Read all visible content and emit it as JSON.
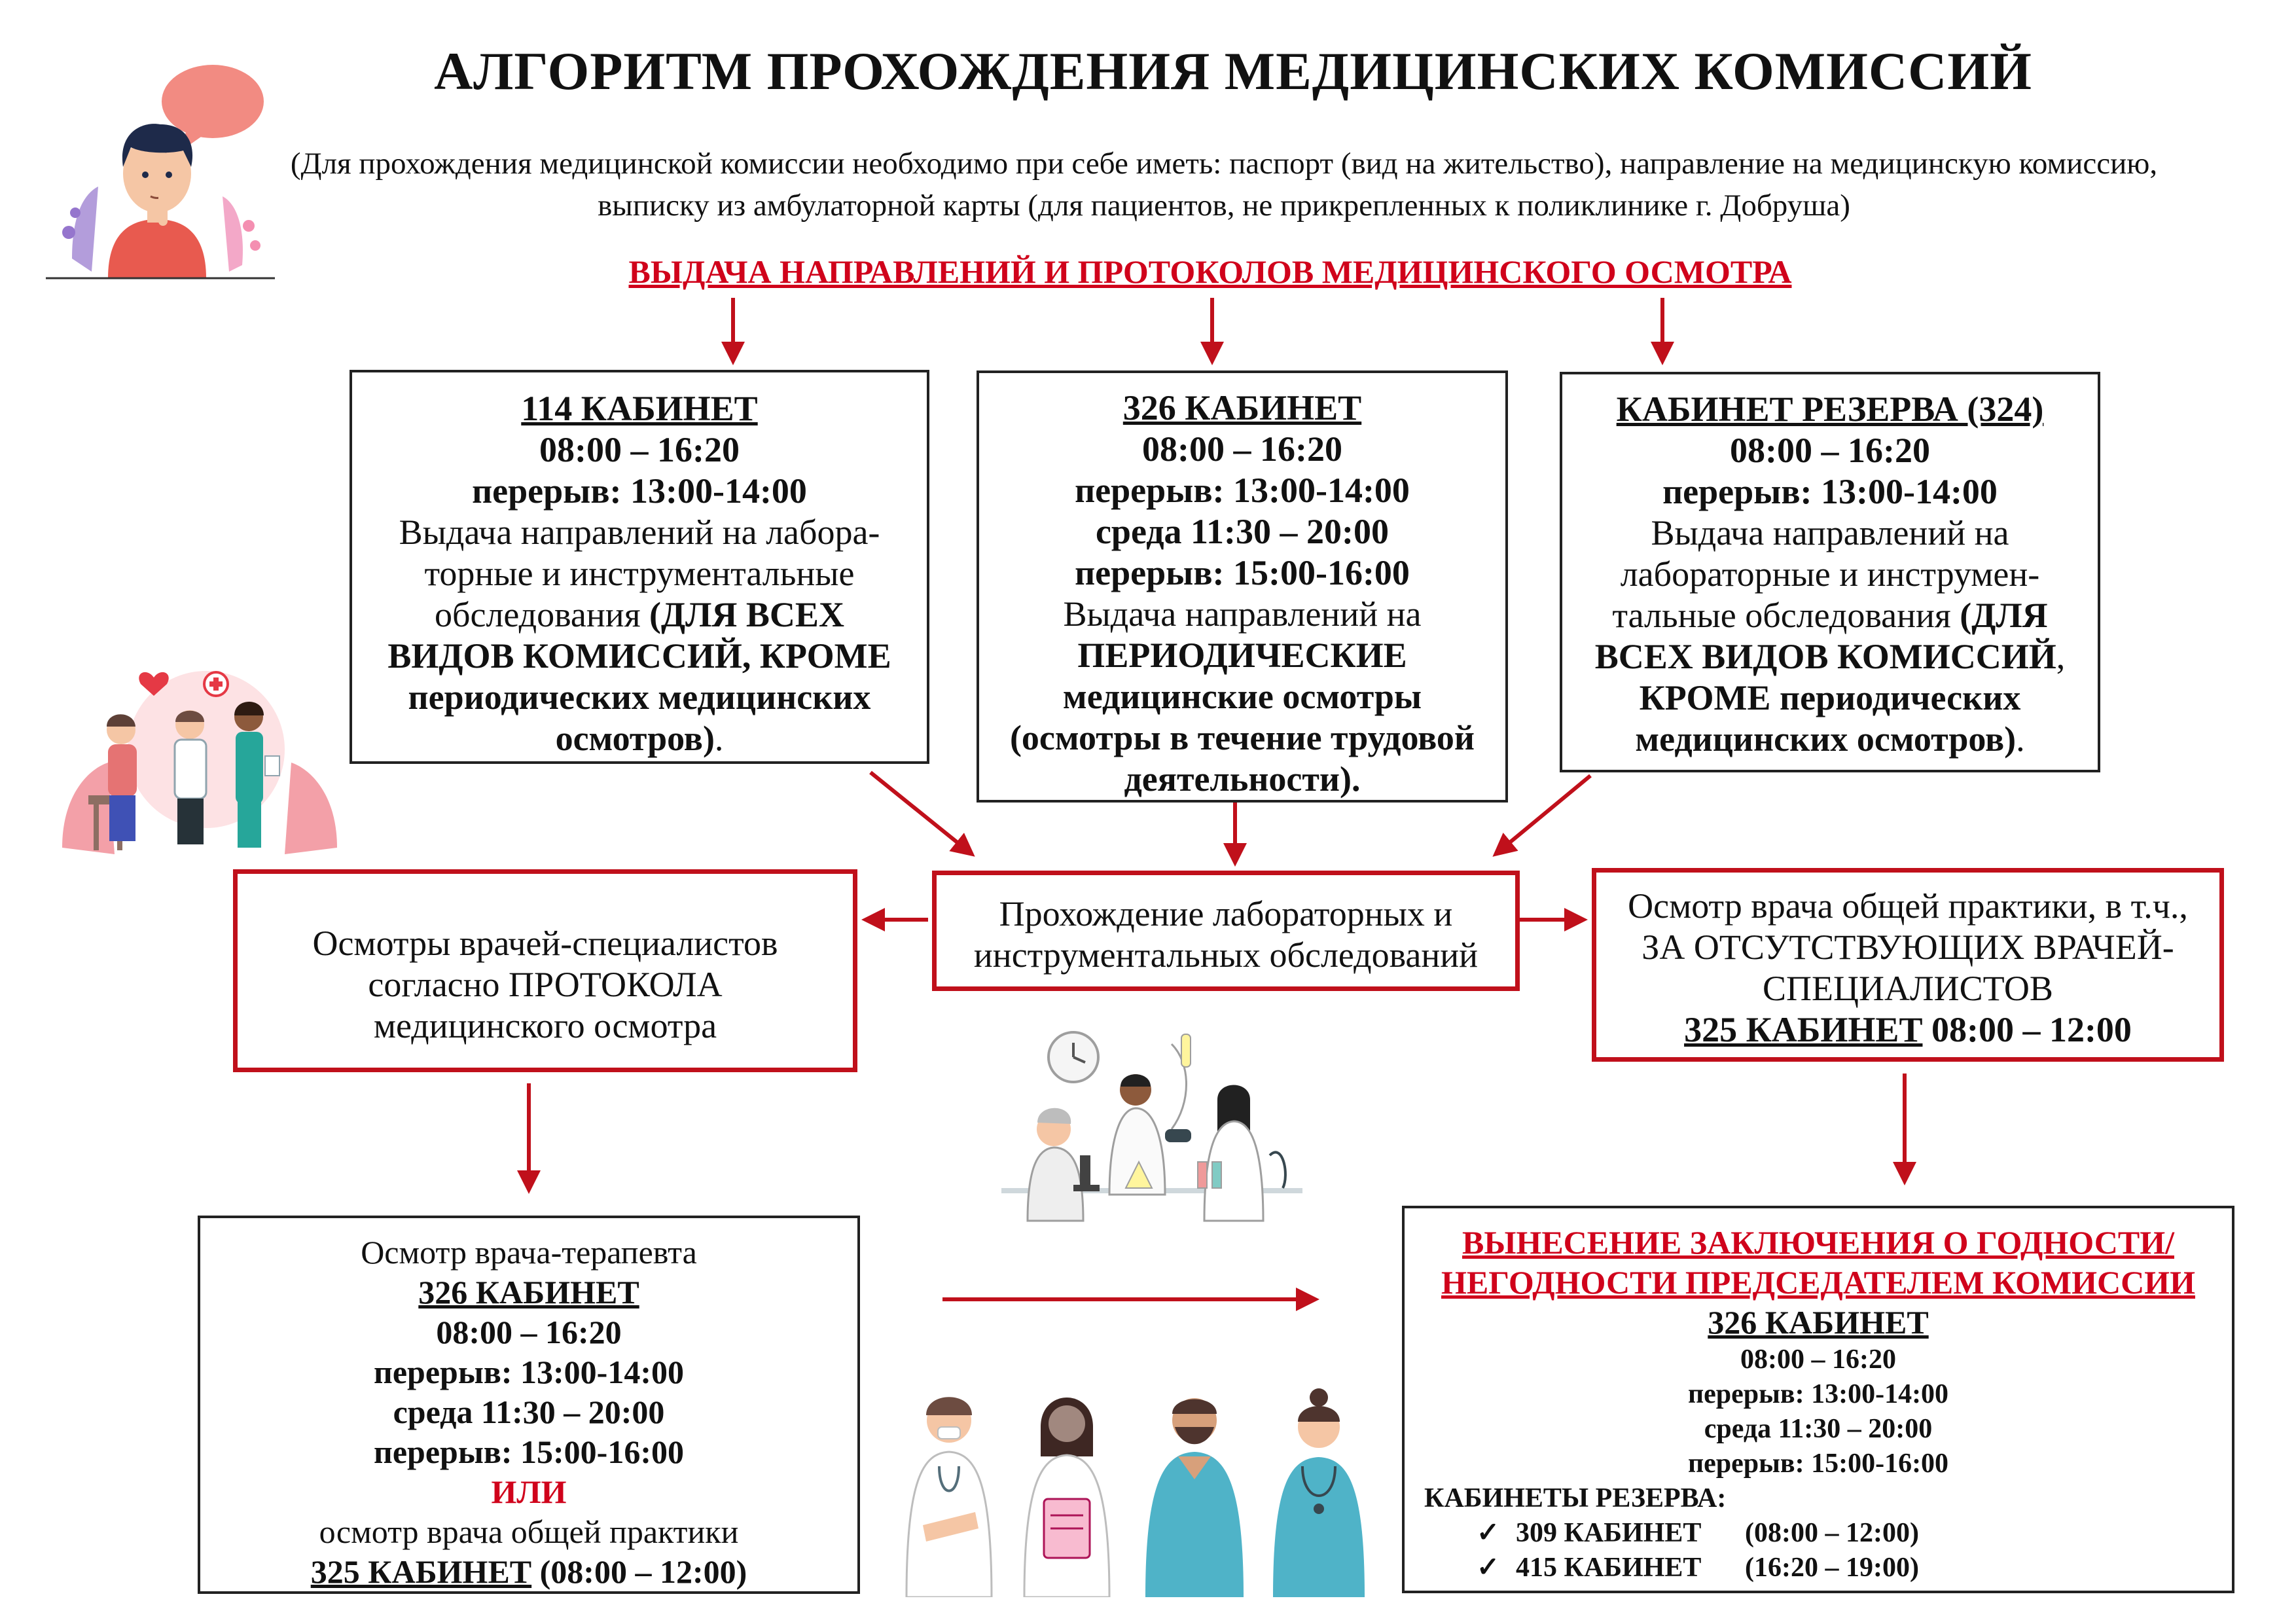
{
  "title": "АЛГОРИТМ ПРОХОЖДЕНИЯ МЕДИЦИНСКИХ КОМИССИЙ",
  "subtitle_line1": "(Для прохождения медицинской комиссии необходимо при себе иметь: паспорт (вид на жительство), направление на медицинскую комиссию,",
  "subtitle_line2": "выписку из амбулаторной карты (для пациентов, не прикрепленных к поликлинике г. Добруша)",
  "issuance_heading": "ВЫДАЧА НАПРАВЛЕНИЙ И ПРОТОКОЛОВ МЕДИЦИНСКОГО ОСМОТРА",
  "box114": {
    "title": "114 КАБИНЕТ",
    "hours": "08:00 – 16:20",
    "break": "перерыв: 13:00-14:00",
    "desc_l1": "Выдача направлений на лабора-",
    "desc_l2": "торные и инструментальные",
    "desc_l3a": "обследования",
    "desc_l3b": "(ДЛЯ ВСЕХ",
    "desc_l4a": "ВИДОВ КОМИССИЙ",
    "desc_l4b": ", КРОМЕ",
    "desc_l5": "периодических медицинских",
    "desc_l6a": "осмотров)",
    "desc_l6b": "."
  },
  "box326": {
    "title": "326 КАБИНЕТ",
    "hours": "08:00 – 16:20",
    "break1": "перерыв: 13:00-14:00",
    "wednesday": "среда 11:30 – 20:00",
    "break2": "перерыв: 15:00-16:00",
    "desc_l1": "Выдача направлений на",
    "desc_l2": "ПЕРИОДИЧЕСКИЕ",
    "desc_l3": "медицинские осмотры",
    "desc_l4": "(осмотры в течение трудовой",
    "desc_l5": "деятельности)."
  },
  "box324": {
    "title": "КАБИНЕТ РЕЗЕРВА (324)",
    "hours": "08:00 – 16:20",
    "break": "перерыв: 13:00-14:00",
    "desc_l1": "Выдача направлений на",
    "desc_l2": "лабораторные и инструмен-",
    "desc_l3a": "тальные обследования",
    "desc_l3b": "(ДЛЯ",
    "desc_l4a": "ВСЕХ ВИДОВ КОМИССИЙ",
    "desc_l4b": ",",
    "desc_l5a": "КРОМЕ",
    "desc_l5b": "периодических",
    "desc_l6a": "медицинских осмотров)",
    "desc_l6b": "."
  },
  "lab_box": {
    "l1": "Прохождение лабораторных и",
    "l2": "инструментальных обследований"
  },
  "specialists_box": {
    "l1": "Осмотры врачей-специалистов",
    "l2": "согласно ПРОТОКОЛА",
    "l3": "медицинского осмотра"
  },
  "gp_box": {
    "l1": "Осмотр врача общей практики, в т.ч.,",
    "l2": "ЗА ОТСУТСТВУЮЩИХ ВРАЧЕЙ-",
    "l3": "СПЕЦИАЛИСТОВ",
    "cabinet": "325 КАБИНЕТ",
    "hours": "08:00 – 12:00"
  },
  "therapist_box": {
    "l1": "Осмотр врача-терапевта",
    "cabinet": "326 КАБИНЕТ",
    "hours": "08:00 – 16:20",
    "break1": "перерыв: 13:00-14:00",
    "wednesday": "среда 11:30 – 20:00",
    "break2": "перерыв: 15:00-16:00",
    "or": "ИЛИ",
    "alt": "осмотр врача общей практики",
    "alt_cabinet": "325 КАБИНЕТ",
    "alt_hours": "(08:00 – 12:00)"
  },
  "conclusion_box": {
    "head_l1": "ВЫНЕСЕНИЕ ЗАКЛЮЧЕНИЯ О ГОДНОСТИ/",
    "head_l2": "НЕГОДНОСТИ ПРЕДСЕДАТЕЛЕМ КОМИССИИ",
    "cabinet": "326 КАБИНЕТ",
    "hours": "08:00 – 16:20",
    "break1": "перерыв: 13:00-14:00",
    "wednesday": "среда 11:30 – 20:00",
    "break2": "перерыв: 15:00-16:00",
    "reserve_head": "КАБИНЕТЫ РЕЗЕРВА:",
    "reserve": [
      {
        "mark": "✓",
        "cabinet": "309 КАБИНЕТ",
        "hours": "(08:00 – 12:00)"
      },
      {
        "mark": "✓",
        "cabinet": "415 КАБИНЕТ",
        "hours": "(16:20 – 19:00)"
      }
    ]
  },
  "colors": {
    "accent_red": "#c0101b",
    "heading_red": "#d0021b",
    "border_black": "#222222"
  },
  "icons": [
    "thinking-person-illustration",
    "doctor-patient-illustration",
    "laboratory-scientists-illustration",
    "medical-staff-illustration"
  ]
}
